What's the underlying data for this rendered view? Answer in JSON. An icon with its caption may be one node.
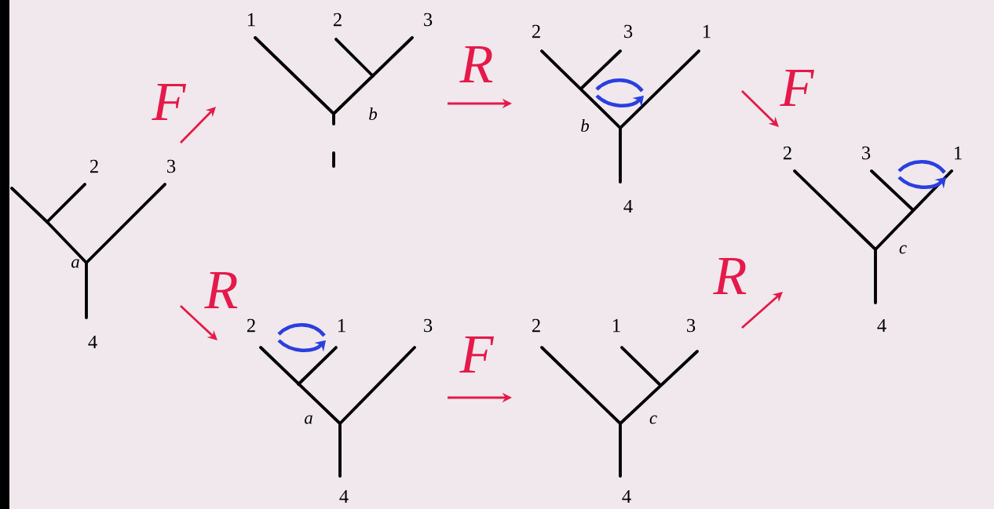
{
  "diagram": {
    "nodes": [
      {
        "text": [
          "2",
          "3",
          "a",
          "4"
        ]
      },
      {
        "text": [
          "1",
          "2",
          "3",
          "b"
        ]
      },
      {
        "text": [
          "2",
          "3",
          "1",
          "b",
          "4"
        ]
      },
      {
        "text": [
          "2",
          "3",
          "1",
          "c",
          "4"
        ]
      },
      {
        "text": [
          "2",
          "1",
          "3",
          "a",
          "4"
        ]
      },
      {
        "text": [
          "2",
          "1",
          "3",
          "c",
          "4"
        ]
      }
    ],
    "edges": [
      {
        "from": 0,
        "to": 1,
        "arrow": "to",
        "label": "F"
      },
      {
        "from": 1,
        "to": 2,
        "arrow": "to",
        "label": "R"
      },
      {
        "from": 2,
        "to": 3,
        "arrow": "to",
        "label": "F"
      },
      {
        "from": 0,
        "to": 4,
        "arrow": "to",
        "label": "R"
      },
      {
        "from": 4,
        "to": 5,
        "arrow": "to",
        "label": "F"
      },
      {
        "from": 5,
        "to": 3,
        "arrow": "to",
        "label": "R"
      }
    ]
  }
}
